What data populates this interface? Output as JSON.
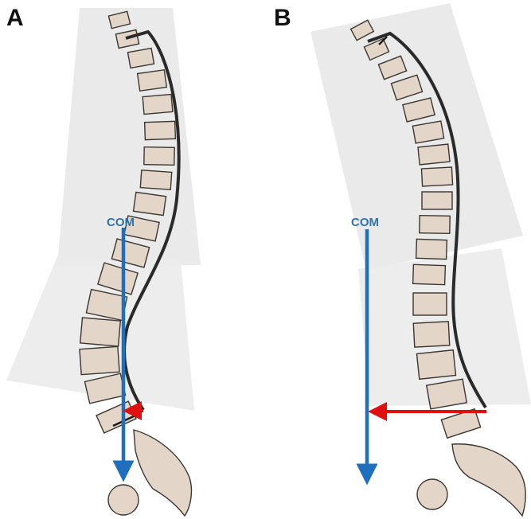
{
  "panels": [
    {
      "label": "A",
      "com_label": "COM"
    },
    {
      "label": "B",
      "com_label": "COM"
    }
  ],
  "colors": {
    "com_arrow": "#1f6fbf",
    "com_text": "#2f73ad",
    "moment_arm": "#e01010",
    "vertebra_fill": "#e3d6c9",
    "spine_curve": "#2a2a2a",
    "shade": "#e5e5e5"
  }
}
